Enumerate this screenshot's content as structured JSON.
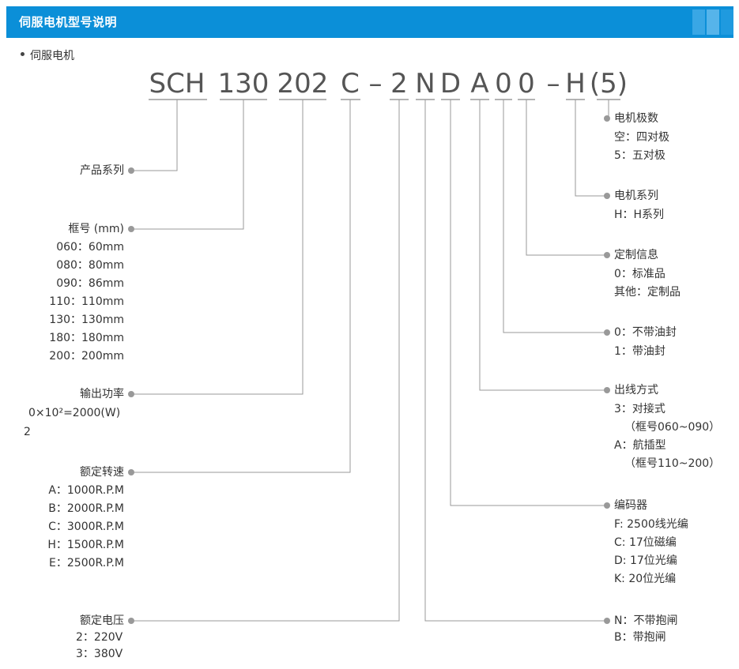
{
  "header": {
    "title": "伺服电机型号说明"
  },
  "subtitle": "伺服电机",
  "code_segments": [
    {
      "text": "SCH"
    },
    {
      "text": "130"
    },
    {
      "text": "202"
    },
    {
      "text": "C"
    },
    {
      "text": "–"
    },
    {
      "text": "2"
    },
    {
      "text": "N"
    },
    {
      "text": "D"
    },
    {
      "text": "A"
    },
    {
      "text": "0"
    },
    {
      "text": "0"
    },
    {
      "text": "–"
    },
    {
      "text": "H"
    },
    {
      "text": "(5)"
    }
  ],
  "left_groups": [
    {
      "title": "产品系列",
      "items": []
    },
    {
      "title": "框号 (mm)",
      "items": [
        "060：60mm",
        "080：80mm",
        "090：86mm",
        "110：110mm",
        "130：130mm",
        "180：180mm",
        "200：200mm"
      ]
    },
    {
      "title": "输出功率",
      "items": [
        "0×10²=2000(W)",
        "2"
      ]
    },
    {
      "title": "额定转速",
      "items": [
        "A：1000R.P.M",
        "B：2000R.P.M",
        "C：3000R.P.M",
        "H：1500R.P.M",
        "E：2500R.P.M"
      ]
    },
    {
      "title": "额定电压",
      "items": [
        "2：220V",
        "3：380V"
      ]
    }
  ],
  "right_groups": [
    {
      "title": "电机极数",
      "items": [
        "空：四对极",
        "5：五对极"
      ]
    },
    {
      "title": "电机系列",
      "items": [
        "H：H系列"
      ]
    },
    {
      "title": "定制信息",
      "items": [
        "0：标准品",
        "其他：定制品"
      ]
    },
    {
      "title": "0：不带油封",
      "items": [
        "1：带油封"
      ]
    },
    {
      "title": "出线方式",
      "items": [
        "3：对接式",
        "（框号060~090）",
        "A：航插型",
        "（框号110~200）"
      ]
    },
    {
      "title": "编码器",
      "items": [
        "F: 2500线光编",
        "C: 17位磁编",
        "D: 17位光编",
        "K: 20位光编"
      ]
    },
    {
      "title": "N：不带抱闸",
      "items": [
        "B：带抱闸"
      ]
    }
  ]
}
